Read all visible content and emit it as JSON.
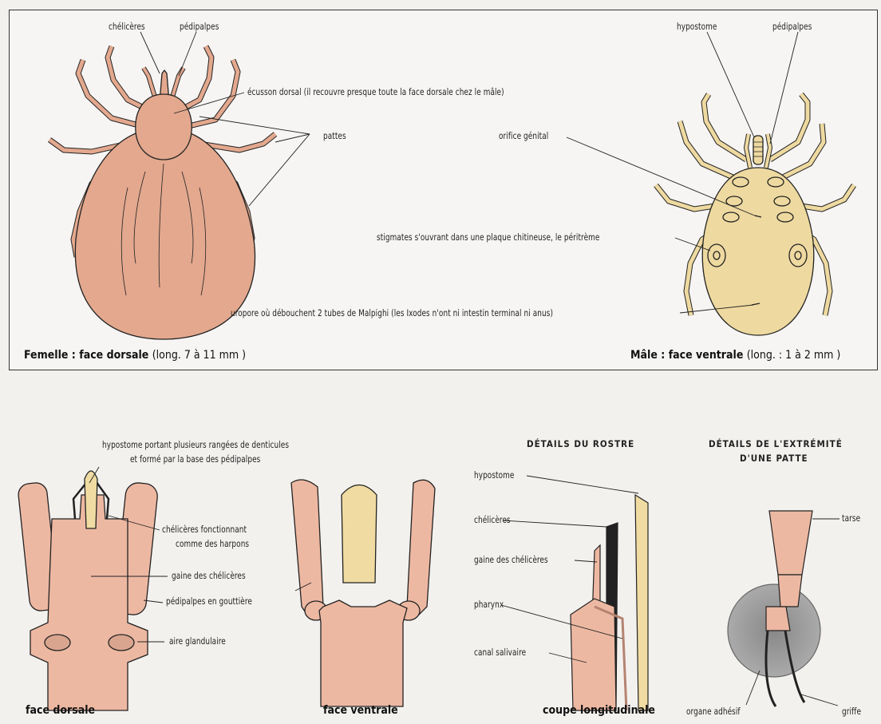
{
  "top_panel": {
    "labels": {
      "cheliceres": "chélicères",
      "pedipalpes_left": "pédipalpes",
      "ecusson": "écusson dorsal (il recouvre presque toute la face dorsale chez le mâle)",
      "pattes": "pattes",
      "hypostome": "hypostome",
      "pedipalpes_right": "pédipalpes",
      "orifice": "orifice génital",
      "stigmates": "stigmates s'ouvrant dans une plaque chitineuse, le péritrème",
      "uropore": "uropore où débouchent 2 tubes de Malpighi (les Ixodes n'ont ni intestin terminal ni anus)"
    },
    "caption_female": {
      "bold": "Femelle : face dorsale",
      "normal": "(long. 7 à 11 mm )"
    },
    "caption_male": {
      "bold": "Mâle : face ventrale",
      "normal": "(long. : 1 à 2 mm )"
    }
  },
  "bottom_panel": {
    "labels": {
      "hypostome_rangees": "hypostome portant plusieurs rangées de denticules",
      "hypostome_base": "et formé par la base des pédipalpes",
      "cheliceres_harpons_1": "chélicères fonctionnant",
      "cheliceres_harpons_2": "comme des harpons",
      "gaine": "gaine des chélicères",
      "pedipalpes_gouttiere": "pédipalpes en gouttière",
      "aire": "aire glandulaire",
      "d_hypostome": "hypostome",
      "d_cheliceres": "chélicères",
      "d_gaine": "gaine des chélicères",
      "d_pharynx": "pharynx",
      "d_canal": "canal salivaire",
      "tarse": "tarse",
      "organe": "organe adhésif",
      "griffe": "griffe"
    },
    "headers": {
      "rostre": "DÉTAILS DU ROSTRE",
      "patte_1": "DÉTAILS DE L'EXTRÉMITÉ",
      "patte_2": "D'UNE PATTE"
    },
    "captions": {
      "dorsale": "face dorsale",
      "ventrale": "face ventrale",
      "coupe": "coupe longitudinale"
    }
  },
  "colors": {
    "female_body": "#e3a88e",
    "male_body": "#eed9a0",
    "rostrum": "#edb8a2",
    "hypostome": "#f0dca2",
    "outline": "#222222"
  }
}
